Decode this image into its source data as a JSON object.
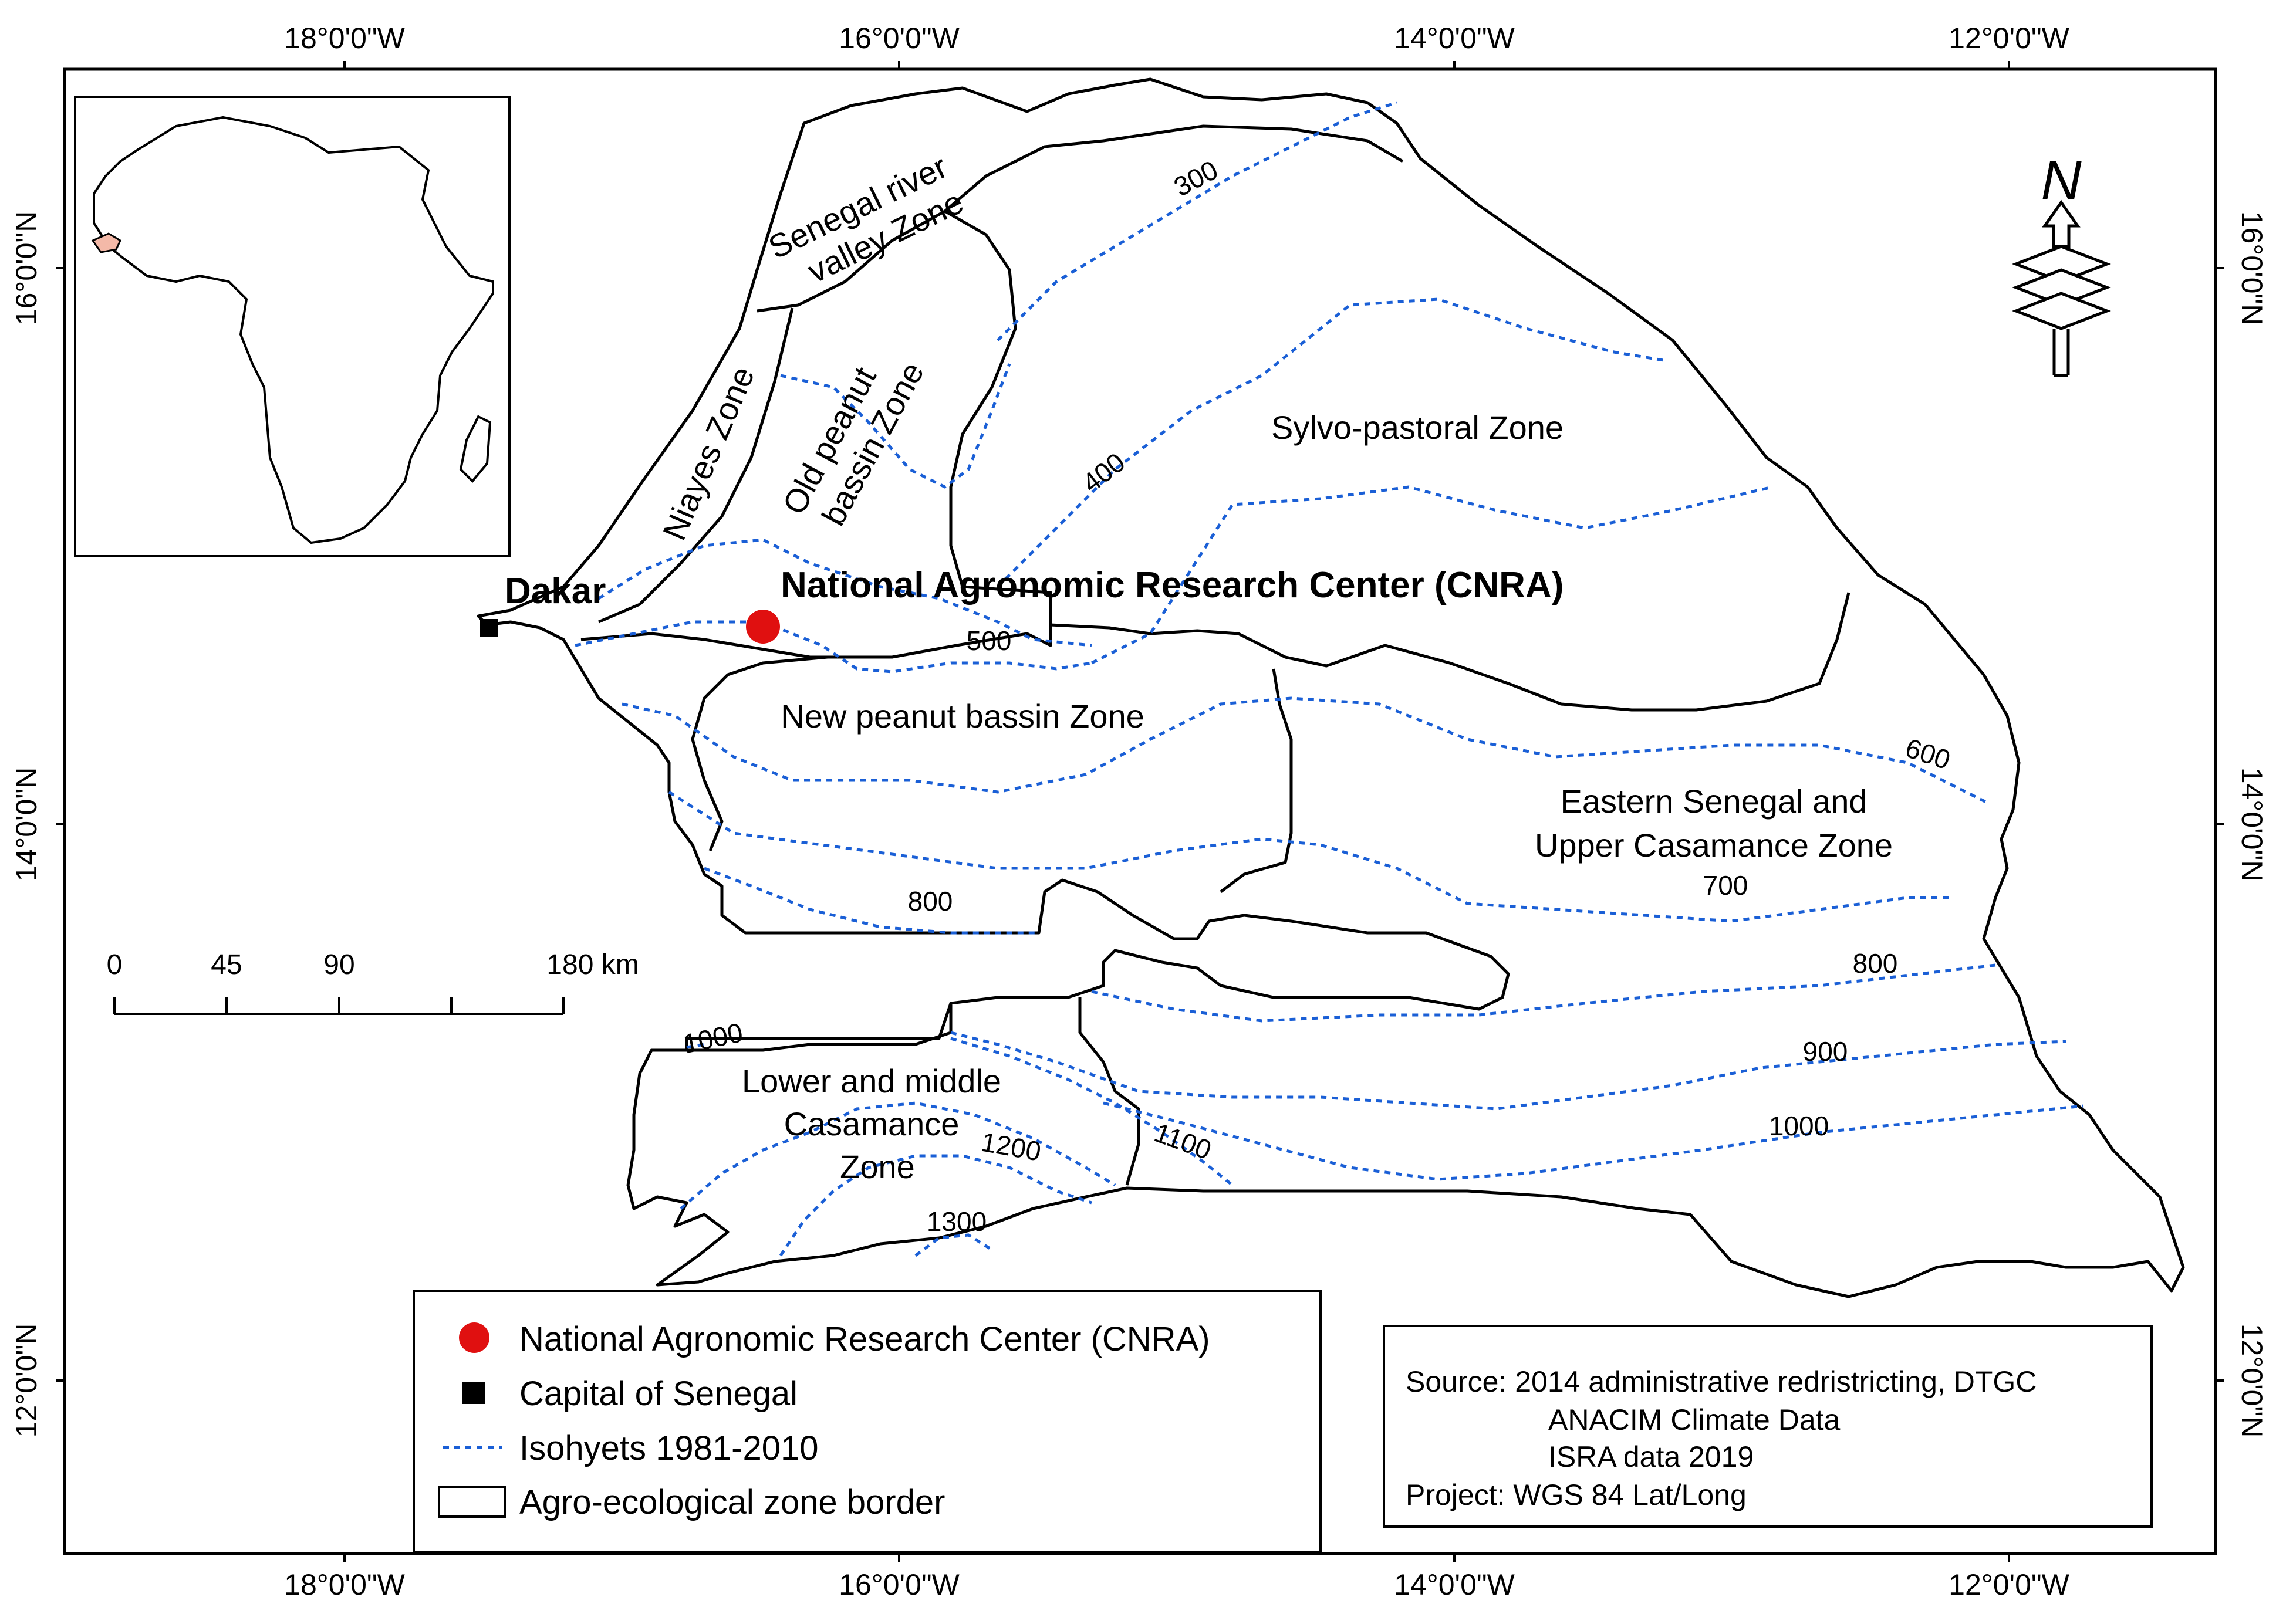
{
  "lon_ticks": [
    "18°0'0\"W",
    "16°0'0\"W",
    "14°0'0\"W",
    "12°0'0\"W"
  ],
  "lat_ticks": [
    "16°0'0\"N",
    "14°0'0\"N",
    "12°0'0\"N"
  ],
  "zones": {
    "river": [
      "Senegal river",
      "valley Zone"
    ],
    "niayes": "Niayes Zone",
    "old_peanut": [
      "Old peanut",
      "bassin Zone"
    ],
    "sylvo": "Sylvo-pastoral Zone",
    "new_peanut": "New peanut bassin Zone",
    "eastern": [
      "Eastern Senegal and",
      "Upper Casamance Zone"
    ],
    "casamance": [
      "Lower and middle",
      "Casamance",
      "Zone"
    ]
  },
  "places": {
    "capital": "Dakar",
    "research_center": "National Agronomic Research Center (CNRA)"
  },
  "isohyets": {
    "i300": "300",
    "i400": "400",
    "i500": "500",
    "i600": "600",
    "i700": "700",
    "i800a": "800",
    "i800b": "800",
    "i900": "900",
    "i1000a": "1000",
    "i1000b": "1000",
    "i1100": "1100",
    "i1200": "1200",
    "i1300": "1300"
  },
  "scale_bar": {
    "labels": [
      "0",
      "45",
      "90",
      "180 km"
    ]
  },
  "legend": {
    "items": [
      {
        "symbol": "red-circle",
        "label": "National Agronomic Research Center (CNRA)"
      },
      {
        "symbol": "black-square",
        "label": "Capital of Senegal"
      },
      {
        "symbol": "dotted-line",
        "label": "Isohyets 1981-2010"
      },
      {
        "symbol": "rectangle",
        "label": "Agro-ecological zone border"
      }
    ]
  },
  "source_box": {
    "lines": [
      "Source:  2014 administrative redristricting, DTGC",
      "ANACIM Climate Data",
      "ISRA data 2019",
      "Project: WGS 84 Lat/Long"
    ]
  },
  "north_arrow": {
    "label": "N"
  },
  "colors": {
    "isohyet": "#1a5fd6",
    "research_center": "#e01010",
    "senegal_inset": "#f4b9a8",
    "border": "#000000"
  }
}
